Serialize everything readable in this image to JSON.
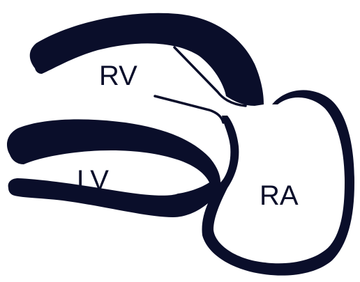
{
  "diagram": {
    "labels": {
      "rv": "RV",
      "lv": "LV",
      "ra": "RA"
    },
    "colors": {
      "ink": "#0a0e2a",
      "background": "#ffffff"
    }
  }
}
